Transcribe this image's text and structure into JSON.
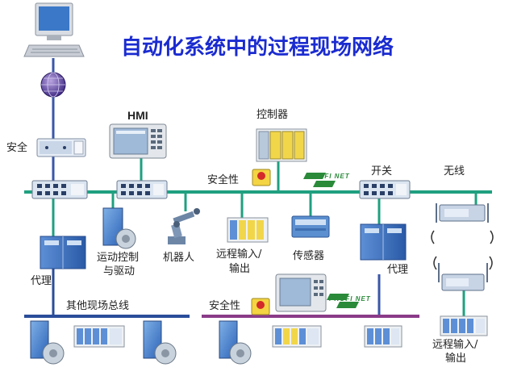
{
  "title": "自动化系统中的过程现场网络",
  "labels": {
    "safety_top_left": "安全",
    "hmi": "HMI",
    "controller": "控制器",
    "safety_mid": "安全性",
    "switch": "开关",
    "wireless": "无线",
    "motion_control_line1": "运动控制",
    "motion_control_line2": "与驱动",
    "robot": "机器人",
    "remote_io_line1": "远程输入/",
    "remote_io_line2": "输出",
    "sensor": "传感器",
    "proxy_left": "代理",
    "proxy_right": "代理",
    "other_fieldbus": "其他现场总线",
    "safety_bottom": "安全性",
    "remote_io_right_line1": "远程输入/",
    "remote_io_right_line2": "输出"
  },
  "logos": {
    "profinet_top": "PROFI NET",
    "profinet_bottom": "PROFI NET"
  },
  "colors": {
    "title": "#1a2bd0",
    "bus_main": "#1fa080",
    "bus_vertical": "#3a56a8",
    "bus_bottom_left": "#2a4d9a",
    "bus_bottom_right": "#8a3b88"
  },
  "icons": [
    "computer-icon",
    "globe-icon",
    "safety-box-icon",
    "switch-icon",
    "hmi-panel-icon",
    "controller-rack-icon",
    "drive-icon",
    "robot-icon",
    "io-module-icon",
    "sensor-icon",
    "proxy-cabinet-icon",
    "wireless-device-icon",
    "emergency-button-icon"
  ]
}
